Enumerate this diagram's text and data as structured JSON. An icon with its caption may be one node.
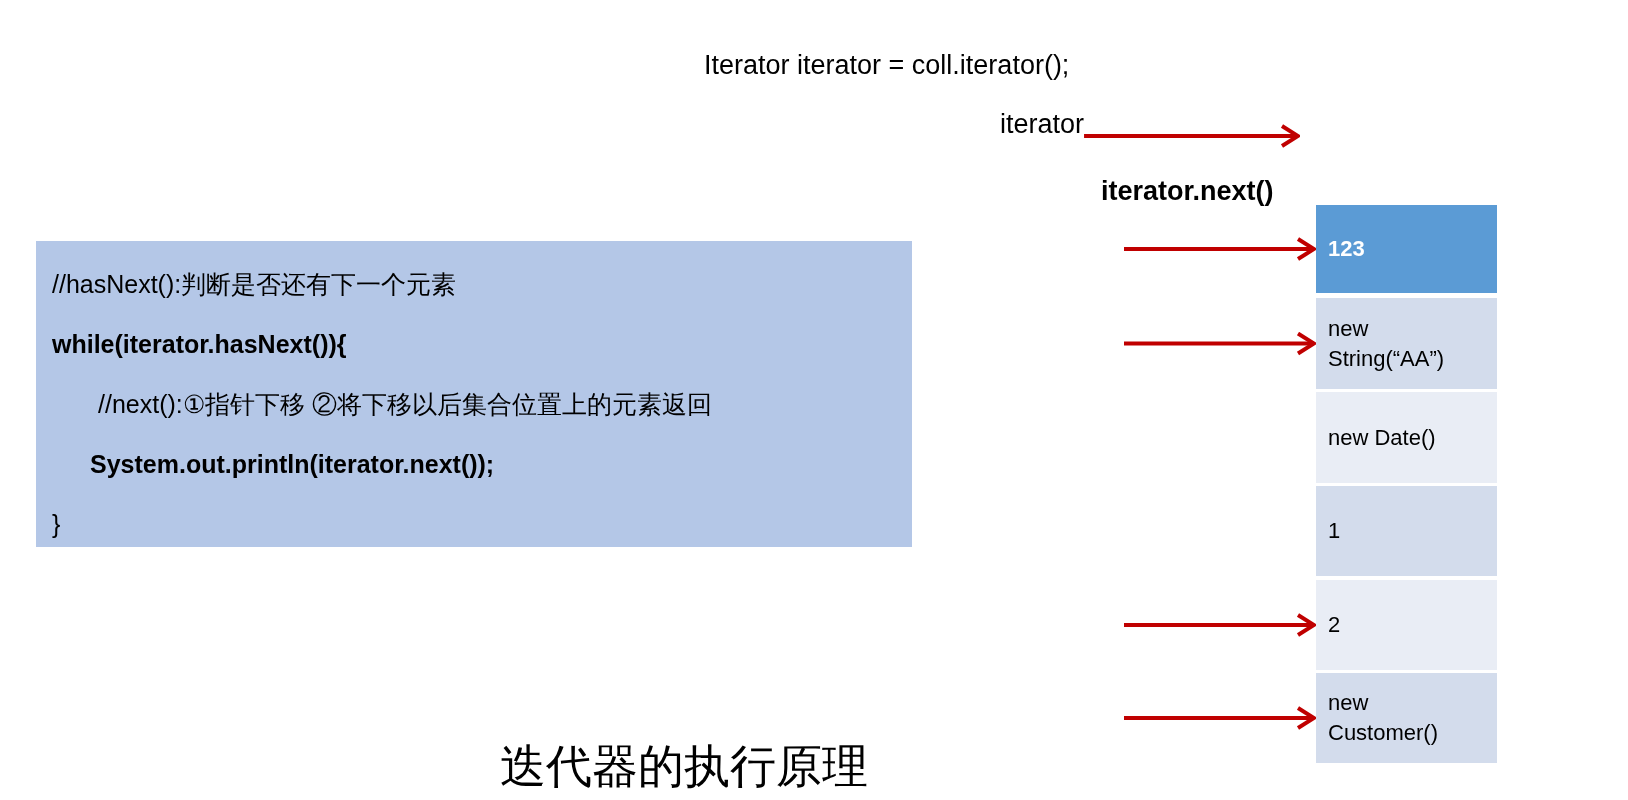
{
  "diagram": {
    "caption": "迭代器的执行原理",
    "nodes": [
      {
        "text": [
          "iterator"
        ]
      },
      {
        "text": [
          "//hasNext():判断是否还有下一个元素",
          "while(iterator.hasNext()){",
          "//next():①指针下移 ②将下移以后集合位置上的元素返回",
          "System.out.println(iterator.next());",
          "}"
        ]
      },
      {
        "text": [
          "123"
        ]
      },
      {
        "text": [
          "new String(“AA”)"
        ]
      },
      {
        "text": [
          "new Date()"
        ]
      },
      {
        "text": [
          "1"
        ]
      },
      {
        "text": [
          "2"
        ]
      },
      {
        "text": [
          "new Customer()"
        ]
      }
    ],
    "edges": [
      {
        "from": 0,
        "to": null,
        "arrow": "to",
        "color": "#c00000"
      },
      {
        "from": null,
        "to": 2,
        "arrow": "to",
        "color": "#c00000"
      },
      {
        "from": null,
        "to": 3,
        "arrow": "to",
        "color": "#c00000"
      },
      {
        "from": null,
        "to": 6,
        "arrow": "to",
        "color": "#c00000"
      },
      {
        "from": null,
        "to": 7,
        "arrow": "to",
        "color": "#c00000"
      }
    ],
    "labels": [
      "Iterator iterator = coll.iterator();",
      "iterator.next()"
    ]
  }
}
